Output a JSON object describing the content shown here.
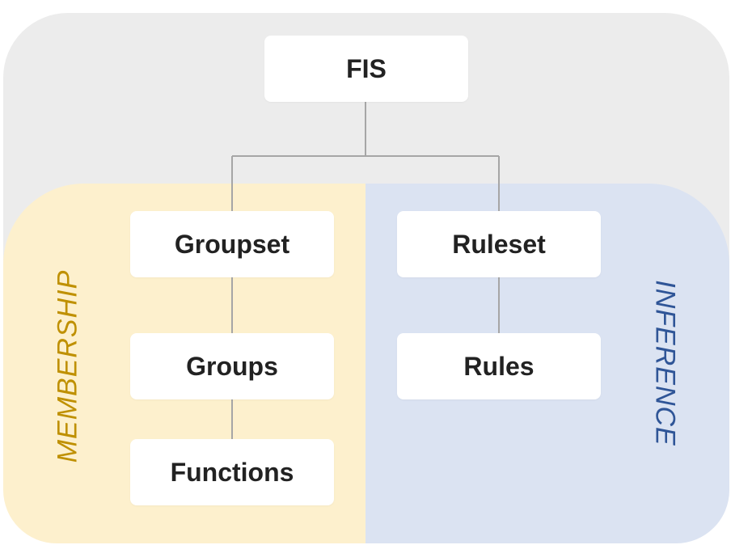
{
  "nodes": {
    "fis": "FIS",
    "groupset": "Groupset",
    "groups": "Groups",
    "functions": "Functions",
    "ruleset": "Ruleset",
    "rules": "Rules"
  },
  "regions": {
    "membership": "MEMBERSHIP",
    "inference": "INFERENCE"
  },
  "colors": {
    "outer_background": "#ececec",
    "membership_background": "#fdf0cd",
    "inference_background": "#dbe3f2",
    "membership_text": "#bf9000",
    "inference_text": "#2f5597",
    "connector": "#a6a6a6"
  }
}
